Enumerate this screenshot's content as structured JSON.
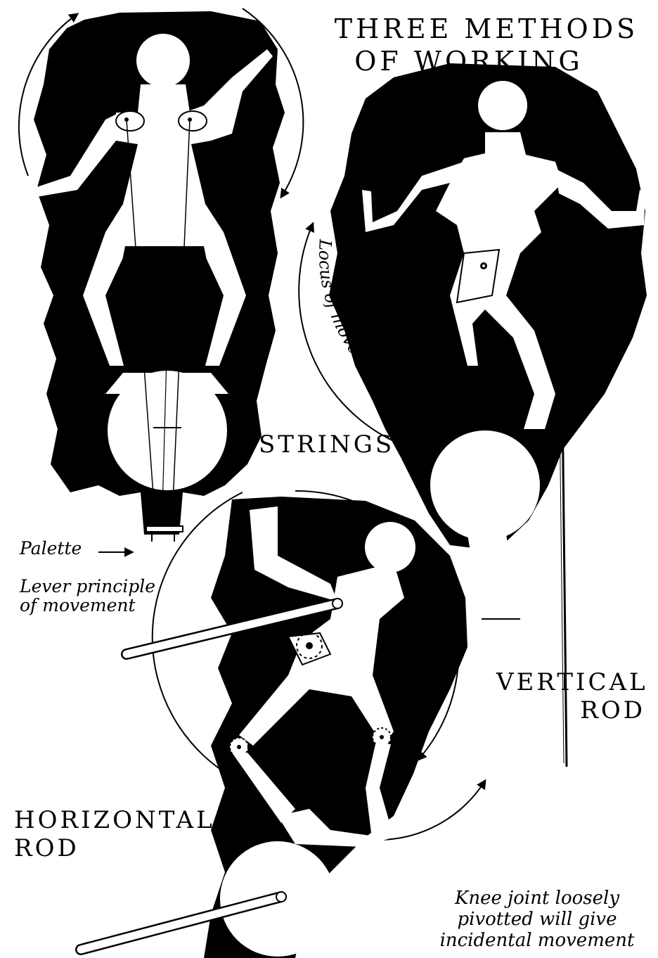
{
  "title": {
    "line1": "THREE METHODS",
    "line2": "OF WORKING"
  },
  "labels": {
    "strings": "STRINGS",
    "vertical_rod": {
      "line1": "VERTICAL",
      "line2": "ROD"
    },
    "horizontal_rod": {
      "line1": "HORIZONTAL",
      "line2": "ROD"
    },
    "palette": "Palette",
    "lever": {
      "line1": "Lever principle",
      "line2": "of movement"
    },
    "locus": "Locus of movement",
    "knee": {
      "line1": "Knee joint loosely",
      "line2": "pivotted will give",
      "line3": "incidental movement"
    }
  },
  "colors": {
    "ink": "#000000",
    "paper": "#ffffff"
  }
}
